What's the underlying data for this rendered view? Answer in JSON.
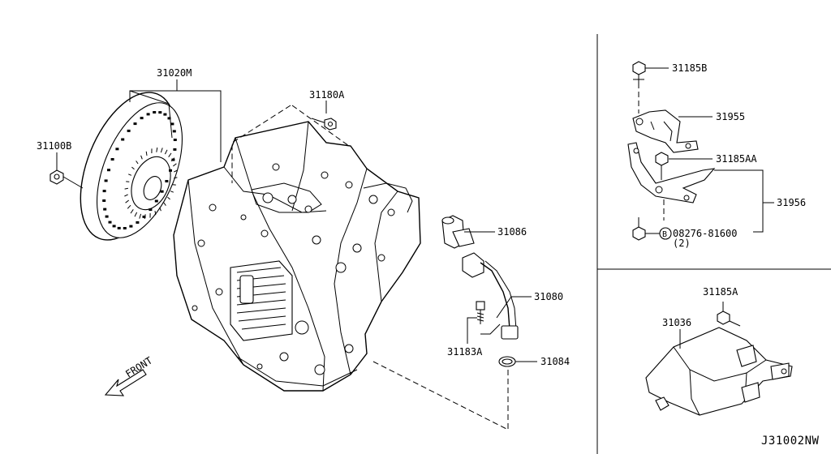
{
  "diagram_id": "J31002NW",
  "parts": {
    "p31020M": "31020M",
    "p31100B": "31100B",
    "p31180A": "31180A",
    "p31086": "31086",
    "p31080": "31080",
    "p31183A": "31183A",
    "p31084": "31084",
    "p31185B": "31185B",
    "p31955": "31955",
    "p31185AA": "31185AA",
    "p31956": "31956",
    "p08276": "08276-81600",
    "p08276_qty": "(2)",
    "p08276_mark": "B",
    "p31185A": "31185A",
    "p31036": "31036"
  },
  "front_label": "FRONT"
}
